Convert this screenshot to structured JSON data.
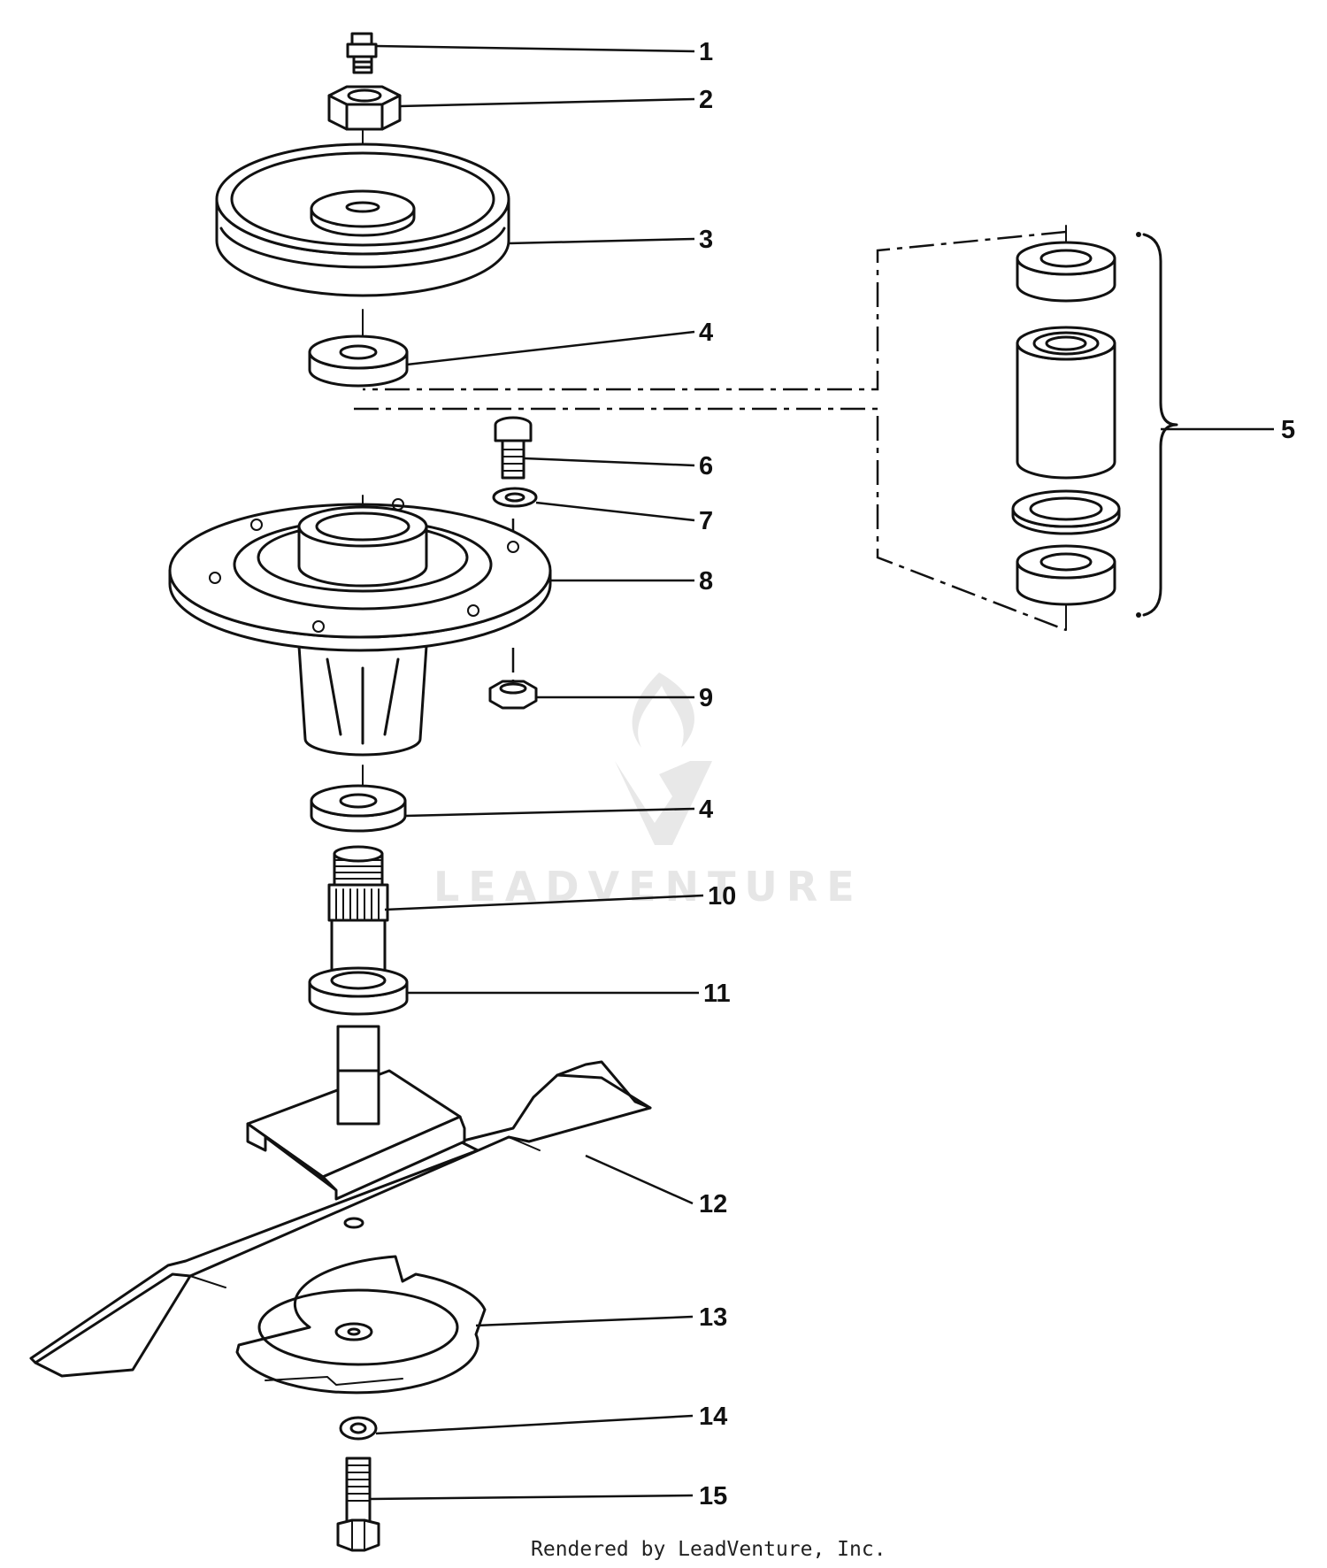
{
  "diagram": {
    "callouts": [
      {
        "id": "c1",
        "number": "1"
      },
      {
        "id": "c2",
        "number": "2"
      },
      {
        "id": "c3",
        "number": "3"
      },
      {
        "id": "c4a",
        "number": "4"
      },
      {
        "id": "c5",
        "number": "5"
      },
      {
        "id": "c6",
        "number": "6"
      },
      {
        "id": "c7",
        "number": "7"
      },
      {
        "id": "c8",
        "number": "8"
      },
      {
        "id": "c9",
        "number": "9"
      },
      {
        "id": "c4b",
        "number": "4"
      },
      {
        "id": "c10",
        "number": "10"
      },
      {
        "id": "c11",
        "number": "11"
      },
      {
        "id": "c12",
        "number": "12"
      },
      {
        "id": "c13",
        "number": "13"
      },
      {
        "id": "c14",
        "number": "14"
      },
      {
        "id": "c15",
        "number": "15"
      }
    ]
  },
  "watermark": {
    "brand": "LEADVENTURE"
  },
  "footer": {
    "rendered_by": "Rendered by LeadVenture, Inc."
  },
  "colors": {
    "ink": "#111111",
    "background": "#ffffff",
    "watermark": "#e4e4e4"
  }
}
